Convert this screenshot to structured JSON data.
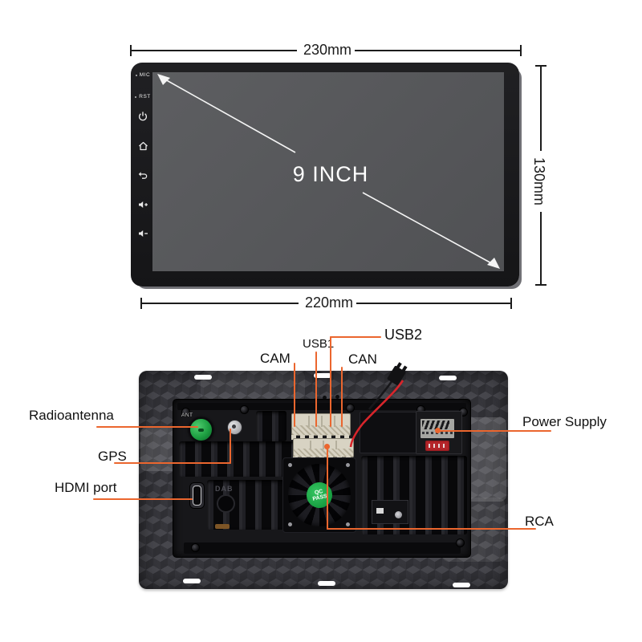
{
  "front": {
    "dim_top": "230mm",
    "dim_bottom": "220mm",
    "dim_right": "130mm",
    "screen_label": "9 INCH",
    "side_buttons": {
      "mic": "MIC",
      "rst": "RST"
    }
  },
  "back": {
    "labels": {
      "radioantenna": "Radioantenna",
      "gps": "GPS",
      "hdmi": "HDMI port",
      "cam": "CAM",
      "usb1": "USB1",
      "usb2": "USB2",
      "can": "CAN",
      "power_supply": "Power Supply",
      "rca": "RCA"
    },
    "plate_texts": {
      "ant": "ANT",
      "dab": "DAB",
      "qc_line1": "QC",
      "qc_line2": "PASS"
    }
  },
  "icons": [
    "power-icon",
    "home-icon",
    "back-icon",
    "volume-up-icon",
    "volume-down-icon"
  ],
  "colors": {
    "accent_line": "#EB662E",
    "wire_red": "#D8252B",
    "antenna_green": "#2DB14D",
    "qc_green": "#1F9A3E",
    "connector_cream": "#D8D3C3",
    "screen_gray": "#57585B",
    "bezel_black": "#18181A"
  }
}
